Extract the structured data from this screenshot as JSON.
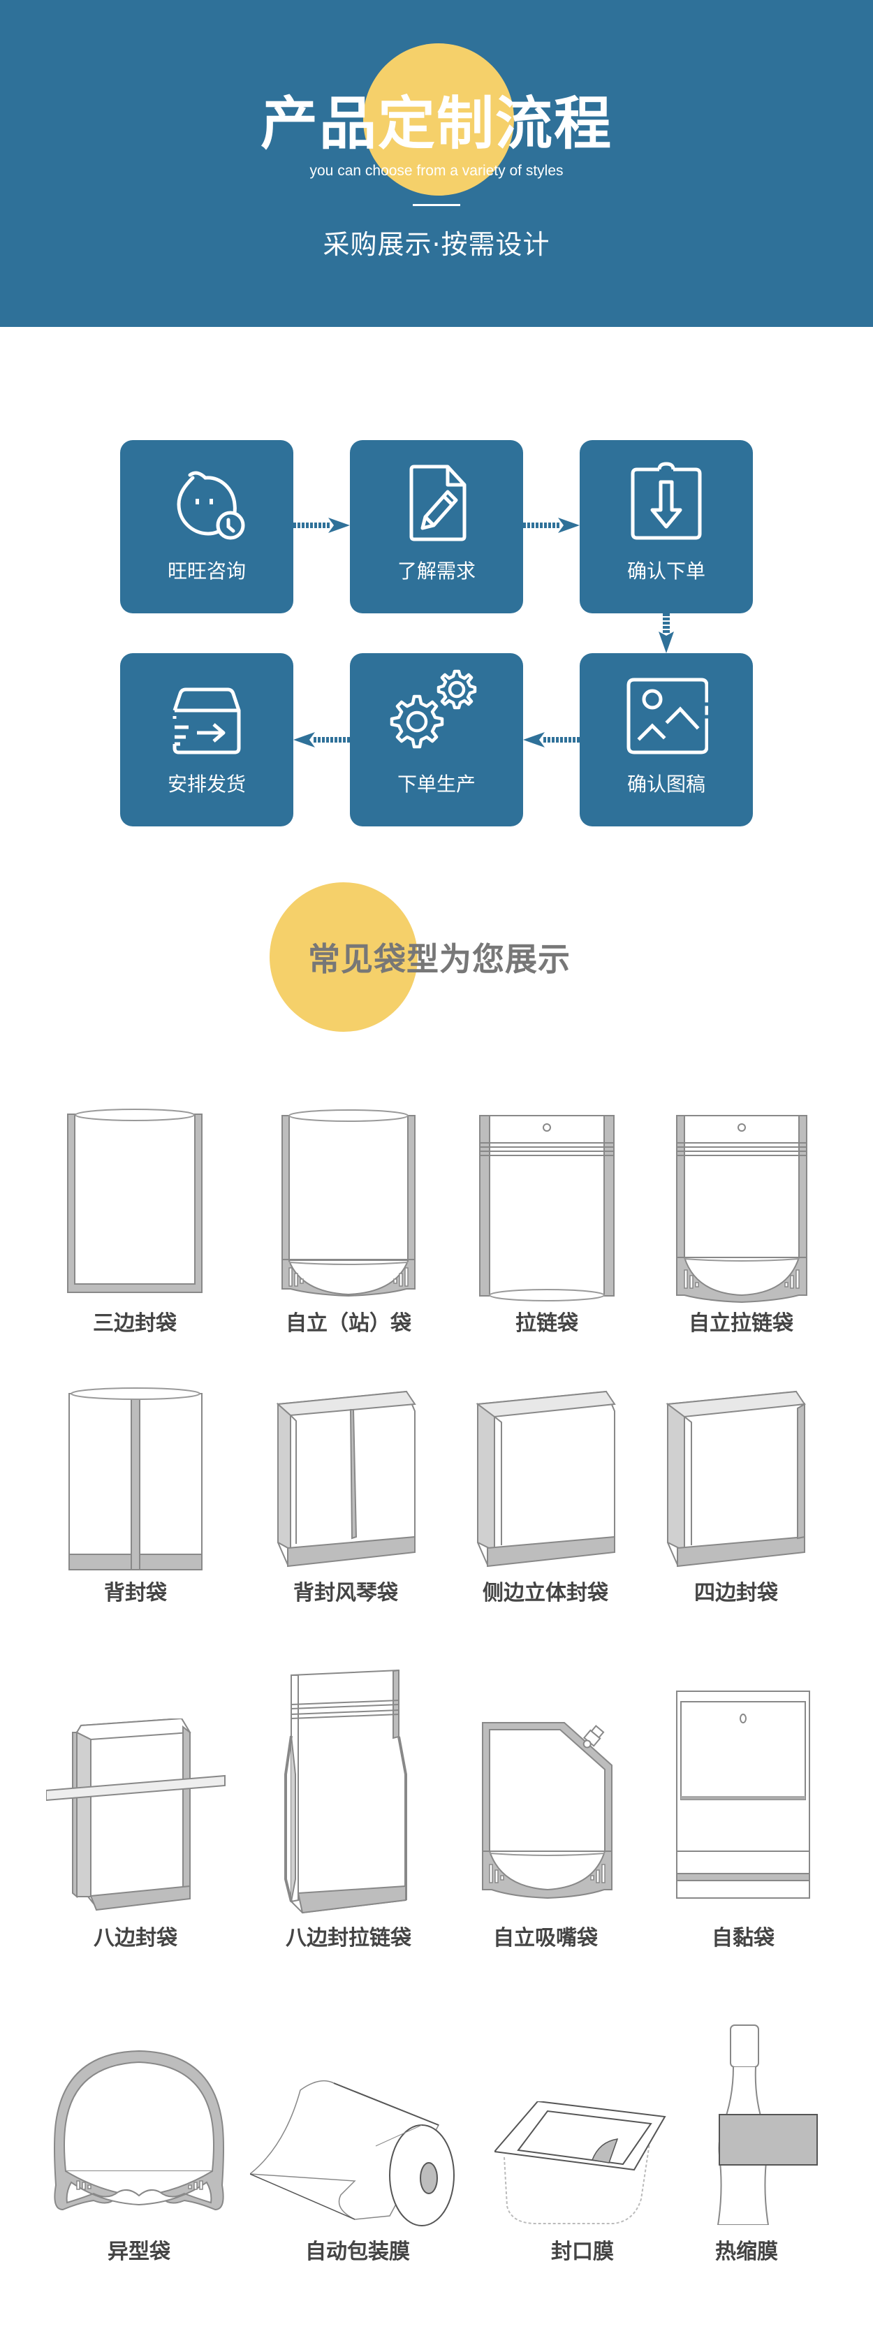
{
  "hero": {
    "title": "产品定制流程",
    "subtitle_en": "you can choose from a variety of styles",
    "subtitle_cn": "采购展示·按需设计",
    "colors": {
      "background": "#2f7199",
      "accent_circle": "#f5d06a",
      "text": "#ffffff"
    }
  },
  "process": {
    "steps": [
      {
        "label": "旺旺咨询",
        "icon": "wangwang-chat-icon"
      },
      {
        "label": "了解需求",
        "icon": "document-edit-icon"
      },
      {
        "label": "确认下单",
        "icon": "download-clipboard-icon"
      },
      {
        "label": "确认图稿",
        "icon": "image-icon"
      },
      {
        "label": "下单生产",
        "icon": "gears-icon"
      },
      {
        "label": "安排发货",
        "icon": "box-shipping-icon"
      }
    ],
    "card_color": "#2f7199"
  },
  "bags_section": {
    "title": "常见袋型为您展示",
    "title_color": "#777777",
    "accent_circle": "#f5d06a",
    "rows": [
      [
        {
          "label": "三边封袋",
          "icon": "three-side-seal-bag-icon"
        },
        {
          "label": "自立（站）袋",
          "icon": "stand-up-pouch-icon"
        },
        {
          "label": "拉链袋",
          "icon": "zipper-bag-icon"
        },
        {
          "label": "自立拉链袋",
          "icon": "stand-up-zipper-bag-icon"
        }
      ],
      [
        {
          "label": "背封袋",
          "icon": "back-seal-bag-icon"
        },
        {
          "label": "背封风琴袋",
          "icon": "back-seal-gusset-bag-icon"
        },
        {
          "label": "侧边立体封袋",
          "icon": "side-gusset-bag-icon"
        },
        {
          "label": "四边封袋",
          "icon": "four-side-seal-bag-icon"
        }
      ],
      [
        {
          "label": "八边封袋",
          "icon": "eight-side-seal-bag-icon"
        },
        {
          "label": "八边封拉链袋",
          "icon": "eight-side-zipper-bag-icon"
        },
        {
          "label": "自立吸嘴袋",
          "icon": "spout-pouch-icon"
        },
        {
          "label": "自黏袋",
          "icon": "self-adhesive-bag-icon"
        }
      ],
      [
        {
          "label": "异型袋",
          "icon": "shaped-bag-icon"
        },
        {
          "label": "自动包装膜",
          "icon": "packaging-film-roll-icon"
        },
        {
          "label": "封口膜",
          "icon": "sealing-film-icon"
        },
        {
          "label": "热缩膜",
          "icon": "shrink-film-bottle-icon"
        }
      ]
    ]
  }
}
